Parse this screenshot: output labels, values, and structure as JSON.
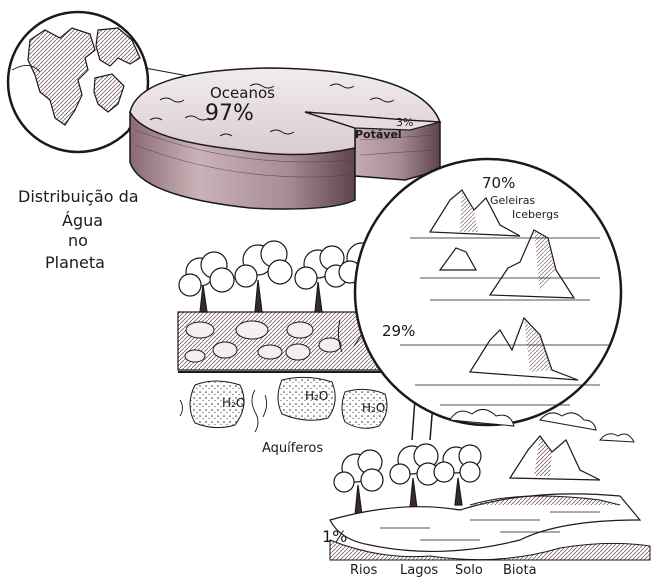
{
  "title": {
    "line1": "Distribuição da",
    "line2": "Água",
    "line3": "no",
    "line4": "Planeta"
  },
  "oceans": {
    "label": "Oceanos",
    "percent": "97%"
  },
  "potable": {
    "label": "Potável",
    "percent": "3%"
  },
  "ice": {
    "percent": "70%",
    "label_granaries": "Geleiras",
    "label_icebergs": "Icebergs"
  },
  "groundwater": {
    "percent": "29%",
    "label": "Aquíferos",
    "h2o_1": "H₂O",
    "h2o_2": "H₂O",
    "h2o_3": "H₂O"
  },
  "surface": {
    "percent": "1%",
    "labels": [
      "Rios",
      "Lagos",
      "Solo",
      "Biota"
    ]
  },
  "colors": {
    "ink": "#1a1a1a",
    "shade": "#6b4a52",
    "shade_light": "#b59aa0"
  }
}
